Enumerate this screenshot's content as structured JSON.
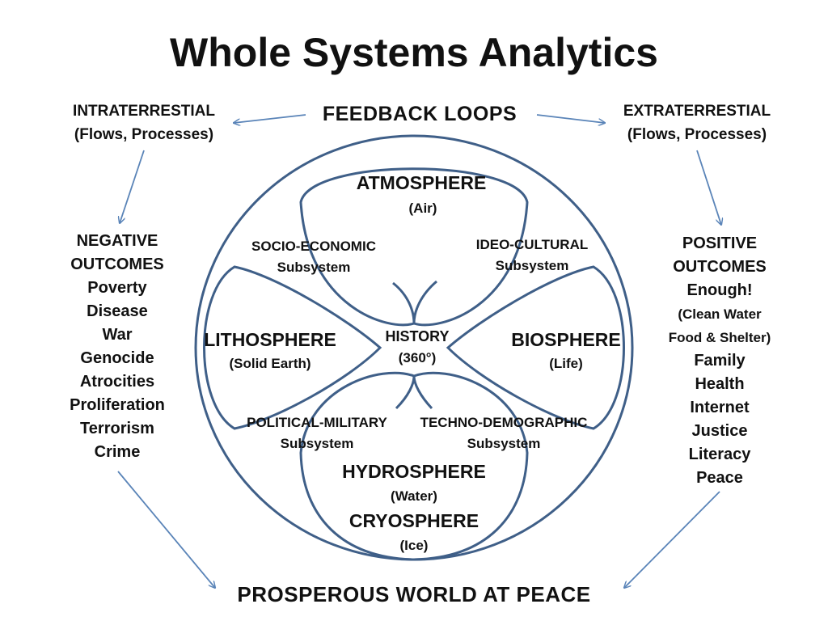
{
  "title": "Whole Systems Analytics",
  "feedback_loops": "FEEDBACK LOOPS",
  "intraterrestrial": {
    "name": "INTRATERRESTIAL",
    "detail": "(Flows, Processes)"
  },
  "extraterrestrial": {
    "name": "EXTRATERRESTIAL",
    "detail": "(Flows, Processes)"
  },
  "negative": {
    "heading1": "NEGATIVE",
    "heading2": "OUTCOMES",
    "items": [
      "Poverty",
      "Disease",
      "War",
      "Genocide",
      "Atrocities",
      "Proliferation",
      "Terrorism",
      "Crime"
    ]
  },
  "positive": {
    "heading1": "POSITIVE",
    "heading2": "OUTCOMES",
    "enough": "Enough!",
    "note1": "(Clean Water",
    "note2": "Food & Shelter)",
    "items": [
      "Family",
      "Health",
      "Internet",
      "Justice",
      "Literacy",
      "Peace"
    ]
  },
  "spheres": {
    "atmosphere": {
      "name": "ATMOSPHERE",
      "note": "(Air)"
    },
    "lithosphere": {
      "name": "LITHOSPHERE",
      "note": "(Solid Earth)"
    },
    "biosphere": {
      "name": "BIOSPHERE",
      "note": "(Life)"
    },
    "hydrosphere": {
      "name": "HYDROSPHERE",
      "note": "(Water)"
    },
    "cryosphere": {
      "name": "CRYOSPHERE",
      "note": "(Ice)"
    }
  },
  "subsystems": {
    "socio_economic": {
      "name": "SOCIO-ECONOMIC",
      "label": "Subsystem"
    },
    "ideo_cultural": {
      "name": "IDEO-CULTURAL",
      "label": "Subsystem"
    },
    "political_military": {
      "name": "POLITICAL-MILITARY",
      "label": "Subsystem"
    },
    "techno_demographic": {
      "name": "TECHNO-DEMOGRAPHIC",
      "label": "Subsystem"
    }
  },
  "history": {
    "name": "HISTORY",
    "note": "(360°)"
  },
  "footer": "PROSPEROUS WORLD AT PEACE",
  "colors": {
    "line": "#3f5f88",
    "arrow": "#5a84b8",
    "text": "#111111"
  }
}
